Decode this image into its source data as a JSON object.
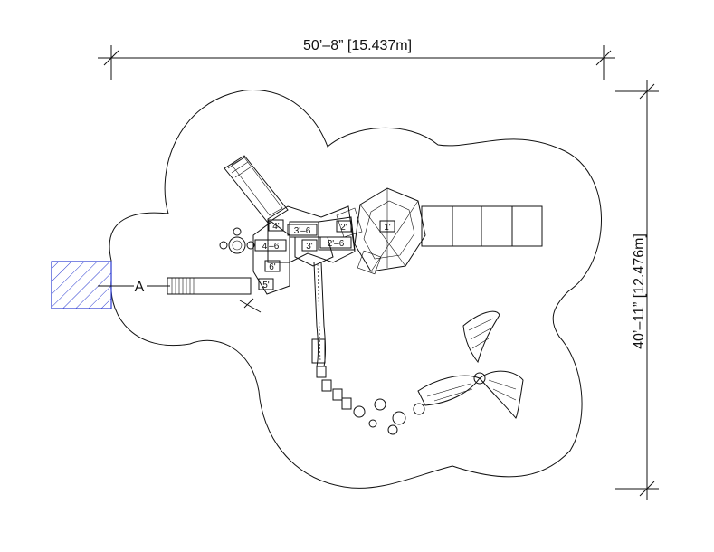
{
  "dimensions": {
    "width": "50’–8” [15.437m]",
    "depth": "40’–11” [12.476m]"
  },
  "section_marker": "A",
  "deck_labels": [
    "4'",
    "3'–6",
    "2'",
    "4'–6",
    "3'",
    "2'–6",
    "1'",
    "6'",
    "5'"
  ],
  "colors": {
    "line": "#111111",
    "access_zone": "#2b3bd1",
    "background": "#ffffff"
  }
}
